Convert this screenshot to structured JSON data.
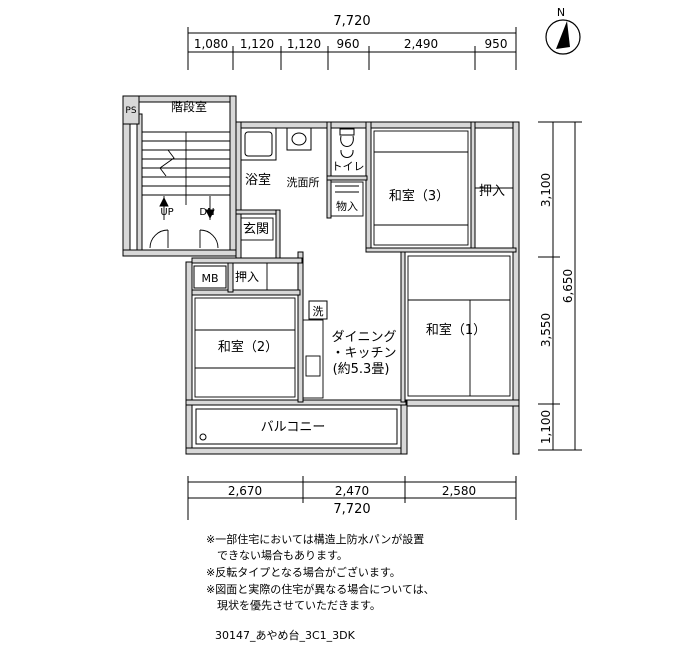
{
  "dimensions": {
    "top_total": "7,720",
    "top_segments": [
      "1,080",
      "1,120",
      "1,120",
      "960",
      "2,490",
      "950"
    ],
    "right_total": "6,650",
    "right_segments": [
      "3,100",
      "3,550",
      "1,100"
    ],
    "bottom_segments": [
      "2,670",
      "2,470",
      "2,580"
    ],
    "bottom_total": "7,720"
  },
  "compass": {
    "label": "N"
  },
  "rooms": {
    "ps": "PS",
    "stairwell": "階段室",
    "up": "UP",
    "dn": "DN",
    "bath": "浴室",
    "washroom": "洗面所",
    "toilet": "トイレ",
    "storage": "物入",
    "entrance": "玄関",
    "mb": "MB",
    "closet_small": "押入",
    "closet_right": "押入",
    "washer": "洗",
    "room3": "和室（3）",
    "room1": "和室（1）",
    "room2": "和室（2）",
    "dk_line1": "ダイニング",
    "dk_line2": "・キッチン",
    "dk_line3": "(約5.3畳)",
    "balcony": "バルコニー"
  },
  "notes": [
    "※一部住宅においては構造上防水パンが設置",
    "　できない場合もあります。",
    "※反転タイプとなる場合がございます。",
    "※図面と実際の住宅が異なる場合については、",
    "　現状を優先させていただきます。"
  ],
  "plan_code": "30147_あやめ台_3C1_3DK"
}
